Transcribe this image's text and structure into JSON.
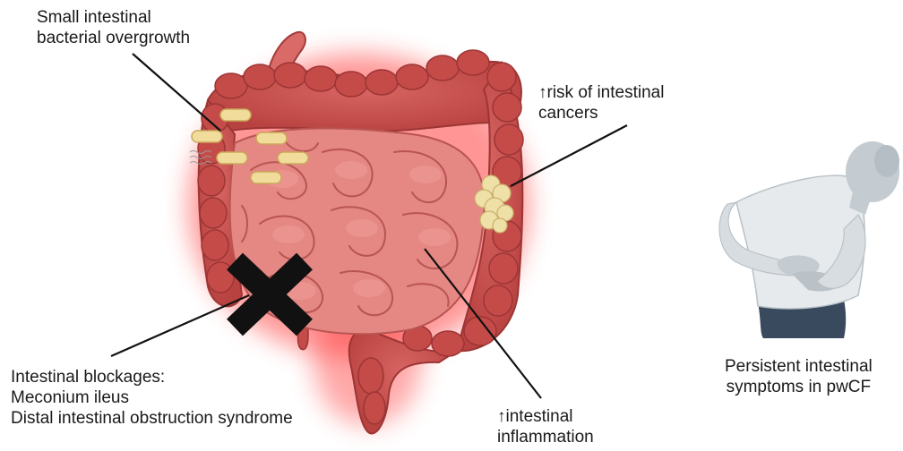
{
  "labels": {
    "sibo": {
      "line1": "Small intestinal",
      "line2": "bacterial overgrowth"
    },
    "cancer": {
      "line1": "↑risk of intestinal",
      "line2": "cancers"
    },
    "blockage": {
      "line1": "Intestinal blockages:",
      "line2": "Meconium ileus",
      "line3": "Distal intestinal obstruction syndrome"
    },
    "inflammation": {
      "line1": "↑intestinal",
      "line2": "inflammation"
    },
    "person": {
      "line1": "Persistent intestinal",
      "line2": "symptoms in pwCF"
    }
  },
  "colors": {
    "glow": "#ff3b3b",
    "colon": "#c8504f",
    "colon_dark": "#a33a3a",
    "small_intestine": "#e37f7a",
    "small_intestine_edge": "#b85552",
    "bacteria": "#f1dc9c",
    "tumor": "#efe0a8",
    "blockage_mark": "#111111",
    "person_skin": "#c4ccd1",
    "person_shirt": "#e6eaed",
    "person_pants": "#3a4a5e",
    "leader_line": "#111111"
  }
}
